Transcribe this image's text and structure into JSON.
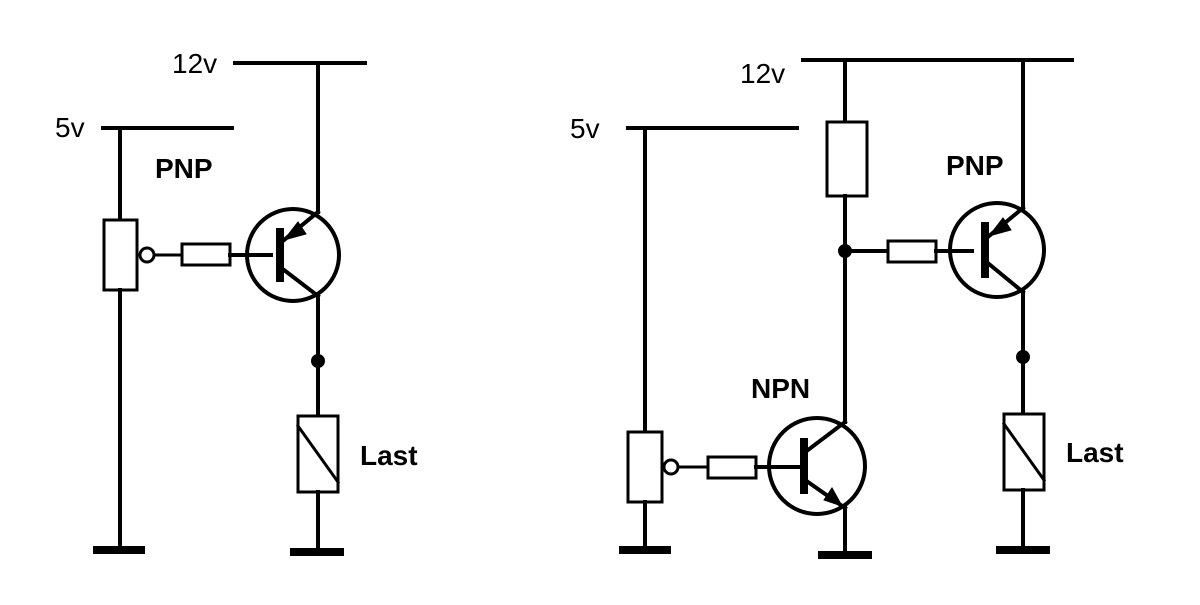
{
  "left_circuit": {
    "supply_12v": "12v",
    "supply_5v": "5v",
    "transistor_type": "PNP",
    "load_label": "Last"
  },
  "right_circuit": {
    "supply_12v": "12v",
    "supply_5v": "5v",
    "upper_transistor_type": "PNP",
    "lower_transistor_type": "NPN",
    "load_label": "Last"
  }
}
